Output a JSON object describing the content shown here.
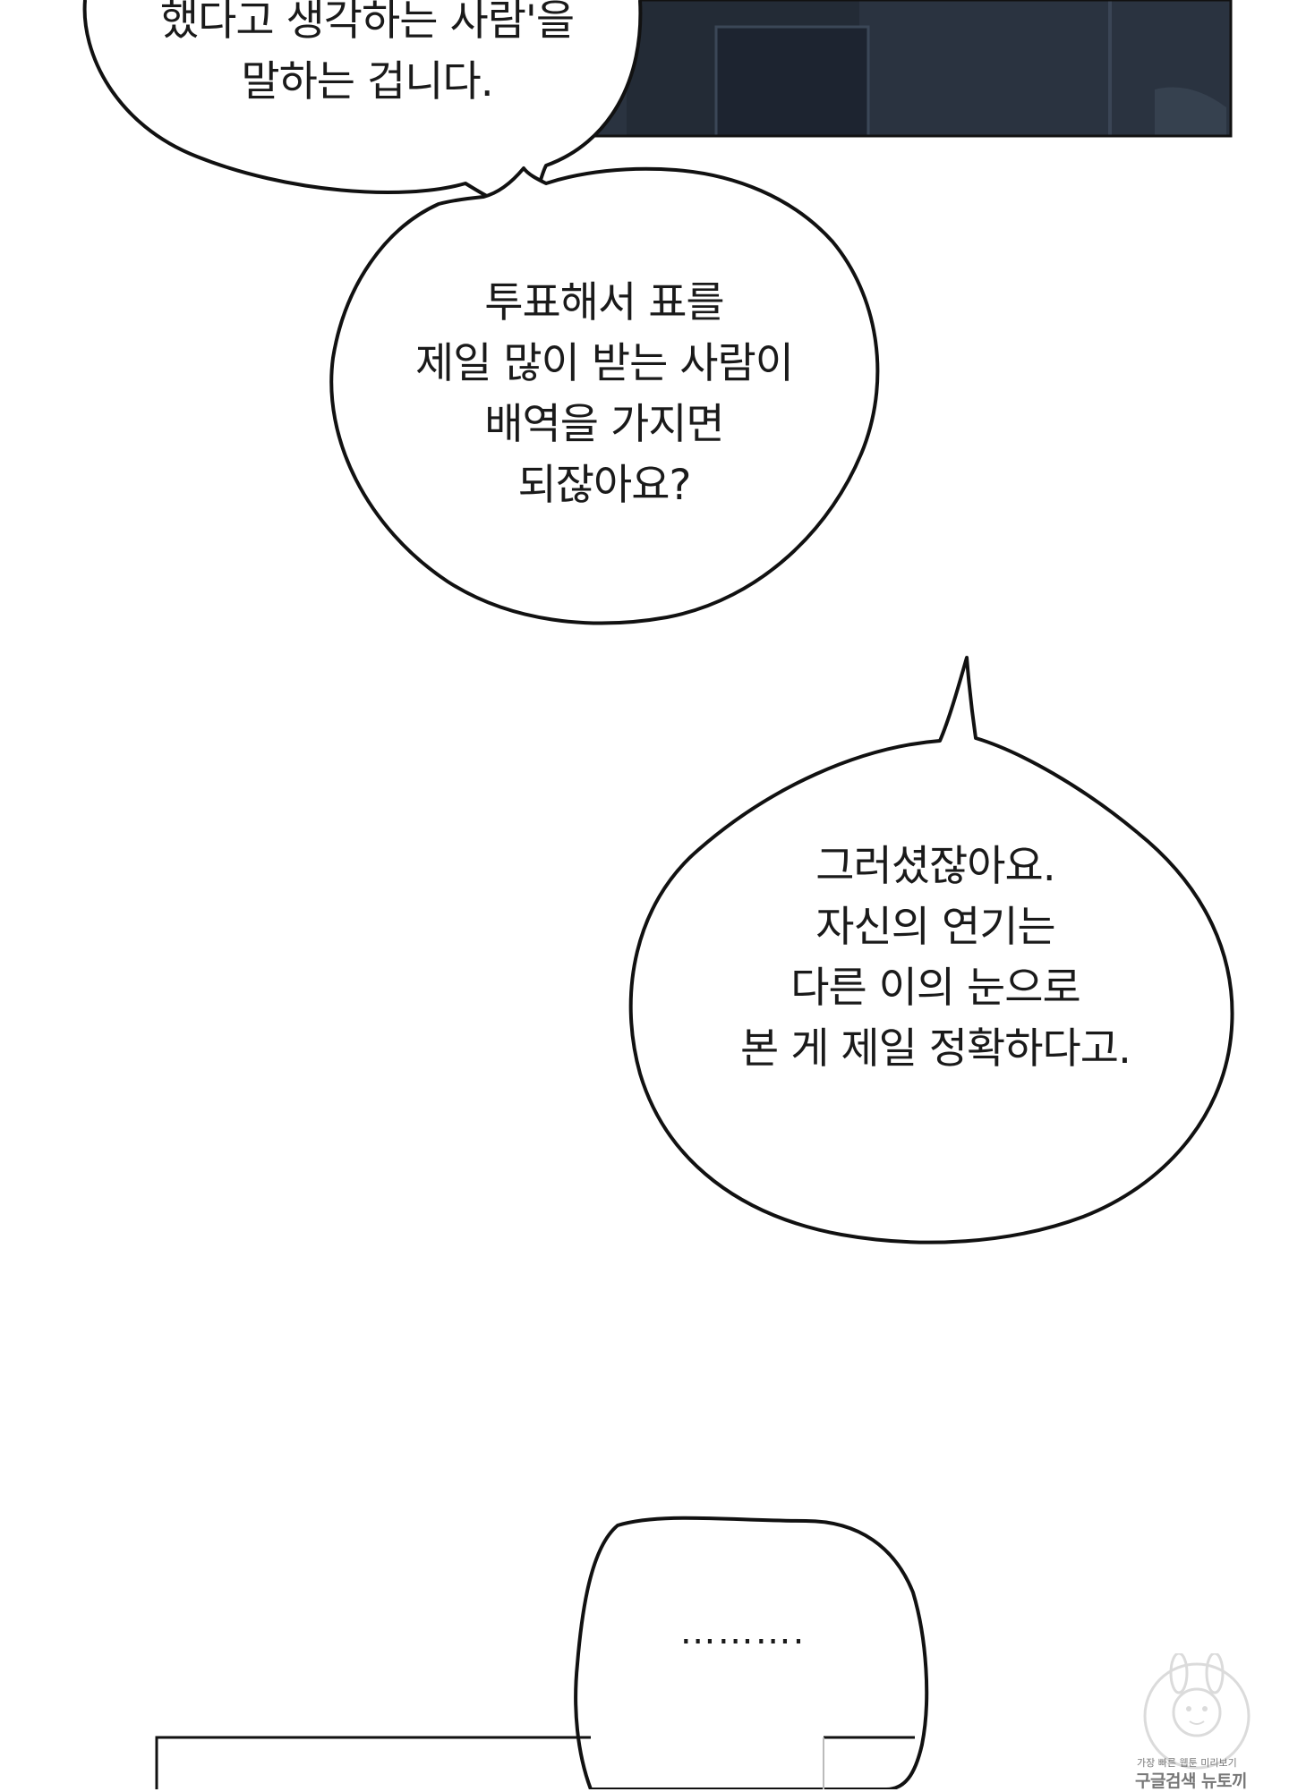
{
  "bubbles": {
    "top": {
      "lines": [
        "했다고 생각하는 사람'을",
        "말하는 겁니다."
      ]
    },
    "middle": {
      "lines": [
        "투표해서 표를",
        "제일 많이 받는 사람이",
        "배역을 가지면",
        "되잖아요?"
      ]
    },
    "right": {
      "lines": [
        "그러셨잖아요.",
        "자신의 연기는",
        "다른 이의 눈으로",
        "본 게 제일 정확하다고."
      ]
    },
    "bottom": {
      "lines": [
        "………."
      ]
    }
  },
  "watermark": {
    "small": "가장 빠른 웹툰 미리보기",
    "big": "구글검색 뉴토끼"
  },
  "colors": {
    "ink": "#111111",
    "panel_dark": "#2c3542",
    "panel_darker": "#1f2631"
  }
}
